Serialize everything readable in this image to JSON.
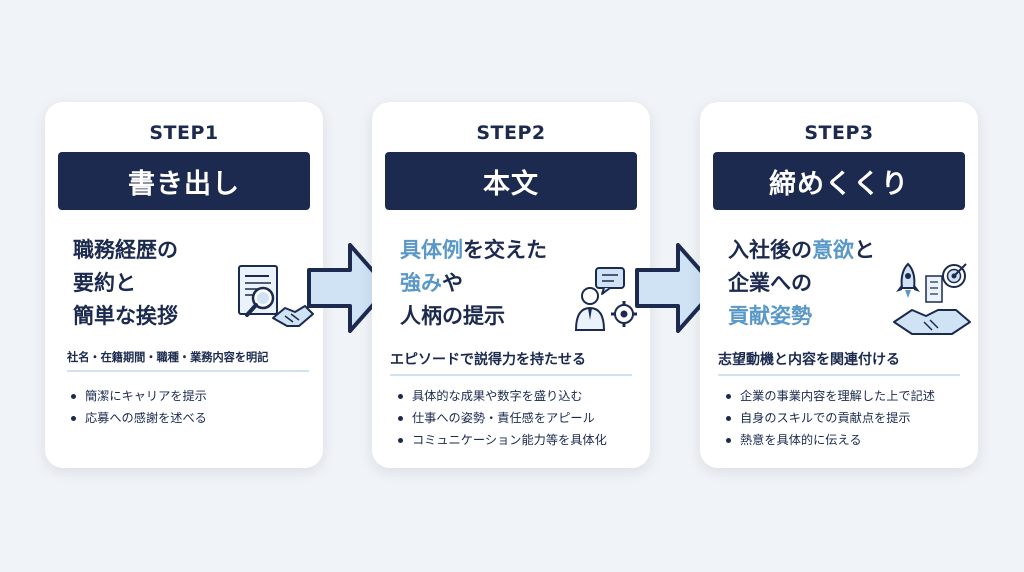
{
  "steps": [
    {
      "label": "STEP1",
      "title": "書き出し",
      "headline": [
        [
          {
            "t": "職務経歴の",
            "hl": false
          }
        ],
        [
          {
            "t": "要約と",
            "hl": false
          }
        ],
        [
          {
            "t": "簡単な挨拶",
            "hl": false
          }
        ]
      ],
      "summary": "社名・在籍期間・職種・業務内容を明記",
      "bullets": [
        "簡潔にキャリアを提示",
        "応募への感謝を述べる"
      ],
      "icon": "document-search-handshake-icon"
    },
    {
      "label": "STEP2",
      "title": "本文",
      "headline": [
        [
          {
            "t": "具体例",
            "hl": true
          },
          {
            "t": "を交えた",
            "hl": false
          }
        ],
        [
          {
            "t": "強み",
            "hl": true
          },
          {
            "t": "や",
            "hl": false
          }
        ],
        [
          {
            "t": "人柄",
            "hl": false
          },
          {
            "t": "の提示",
            "hl": false
          }
        ]
      ],
      "summary": "エピソードで説得力を持たせる",
      "bullets": [
        "具体的な成果や数字を盛り込む",
        "仕事への姿勢・責任感をアピール",
        "コミュニケーション能力等を具体化"
      ],
      "icon": "person-speech-gear-icon"
    },
    {
      "label": "STEP3",
      "title": "締めくくり",
      "headline": [
        [
          {
            "t": "入社後の",
            "hl": false
          },
          {
            "t": "意欲",
            "hl": true
          },
          {
            "t": "と",
            "hl": false
          }
        ],
        [
          {
            "t": "企業への",
            "hl": false
          }
        ],
        [
          {
            "t": "貢献姿勢",
            "hl": true
          }
        ]
      ],
      "summary": "志望動機と内容を関連付ける",
      "bullets": [
        "企業の事業内容を理解した上で記述",
        "自身のスキルでの貢献点を提示",
        "熱意を具体的に伝える"
      ],
      "icon": "rocket-target-handshake-icon"
    }
  ],
  "colors": {
    "navy": "#1b2a4e",
    "accent": "#5a98c8",
    "arrow_fill": "#cfe3f5",
    "background": "#f0f3f7"
  }
}
